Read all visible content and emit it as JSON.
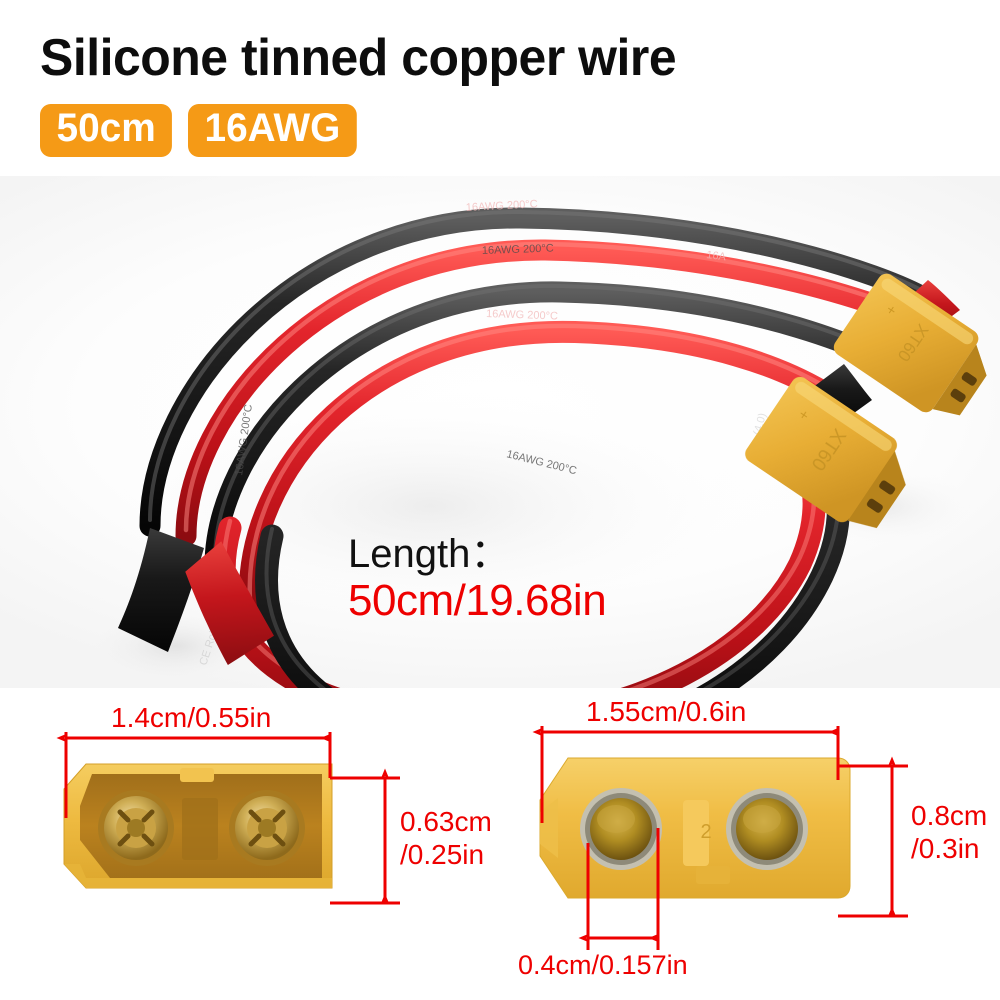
{
  "header": {
    "title": "Silicone tinned copper wire",
    "badges": [
      {
        "name": "length-badge",
        "label": "50cm"
      },
      {
        "name": "gauge-badge",
        "label": "16AWG"
      }
    ],
    "badge_color": "#f59a16",
    "title_color": "#0d0d0d"
  },
  "photo": {
    "alt": "Red and black silicone wires coiled with XT60 connectors",
    "length_callout": {
      "label": "Length：",
      "value": "50cm/19.68in",
      "label_color": "#111111",
      "value_color": "#ee0000"
    },
    "wire_print": [
      "16AWG",
      "200°C"
    ],
    "connector_marking": "XT60",
    "wire_colors": {
      "red": "#d8232a",
      "black": "#1b1b1b"
    },
    "connector_color": "#edb63c"
  },
  "dimensions": {
    "accent_color": "#ee0000",
    "left": {
      "name": "female-connector-dimensions",
      "width_label": "1.4cm/0.55in",
      "height_label_line1": "0.63cm",
      "height_label_line2": "/0.25in"
    },
    "right": {
      "name": "male-connector-dimensions",
      "width_label": "1.55cm/0.6in",
      "height_label_line1": "0.8cm",
      "height_label_line2": "/0.3in",
      "pin_label": "0.4cm/0.157in",
      "body_marking": "2"
    }
  }
}
